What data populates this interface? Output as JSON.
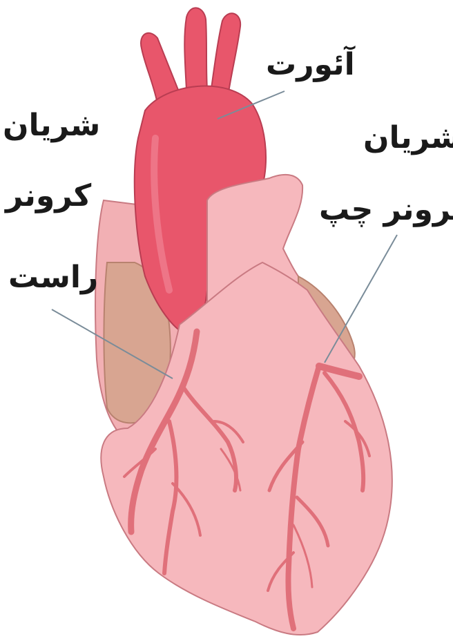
{
  "colors": {
    "background": "#ffffff",
    "heart_muscle": "#f6b8bd",
    "heart_outline": "#c97a82",
    "aorta": "#e8566b",
    "artery": "#e0707a",
    "fat": "#d8a591",
    "leader_line": "#7a8c99"
  },
  "labels": {
    "aorta": "آئورت",
    "right_coronary_line1": "شریان",
    "right_coronary_line2": "کرونر",
    "right_coronary_line3": "راست",
    "left_coronary_line1": "شریان",
    "left_coronary_line2": "کرونر چپ"
  }
}
